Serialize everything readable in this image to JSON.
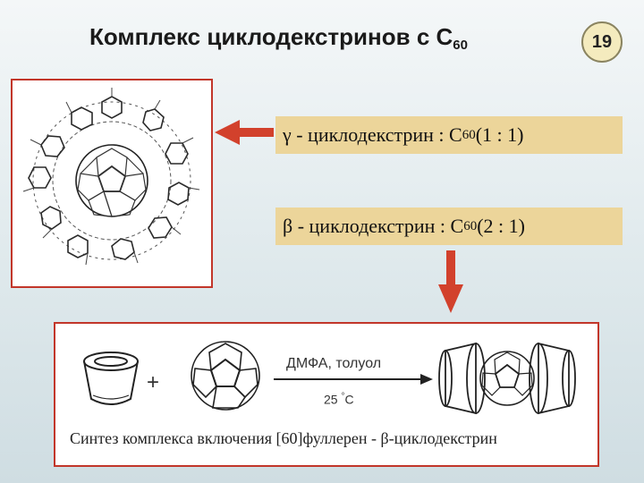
{
  "slide": {
    "title_main": "Комплекс циклодекстринов с С",
    "title_sub": "60",
    "page_number": "19"
  },
  "labels": {
    "gamma": {
      "prefix": "γ - циклодекстрин : С",
      "sub": "60",
      "ratio": " (1 : 1)"
    },
    "beta": {
      "prefix": "β - циклодекстрин : С",
      "sub": "60",
      "ratio": " (2 : 1)"
    }
  },
  "scheme": {
    "plus": "+",
    "reagent": "ДМФА, толуол",
    "temp_value": "25",
    "temp_degree": "°",
    "temp_unit": "С",
    "caption": "Синтез комплекса включения [60]фуллерен - β-циклодекстрин"
  },
  "colors": {
    "accent_red": "#d2412c",
    "label_bg": "#ecd59a",
    "badge_bg": "#f4ebbe"
  }
}
